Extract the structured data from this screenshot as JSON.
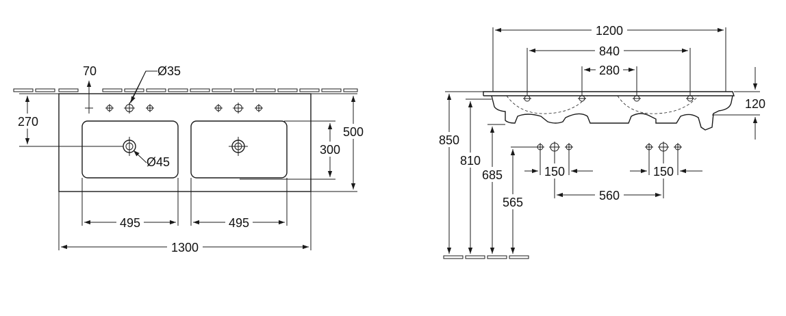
{
  "top_view": {
    "overall_width": "1300",
    "basin_width_left": "495",
    "basin_width_right": "495",
    "depth": "500",
    "bowl_depth": "300",
    "tap_hole_offset": "270",
    "tap_hole_to_edge": "70",
    "tap_hole_diameter": "Ø35",
    "waste_diameter": "Ø45"
  },
  "side_view": {
    "overall_width": "1200",
    "outer_taps_spacing": "840",
    "inner_taps_spacing": "280",
    "rim_thickness": "120",
    "height_top": "850",
    "height_mid": "810",
    "height_low": "685",
    "height_waste": "565",
    "tap_spacing_left": "150",
    "tap_spacing_right": "150",
    "tap_group_distance": "560"
  }
}
